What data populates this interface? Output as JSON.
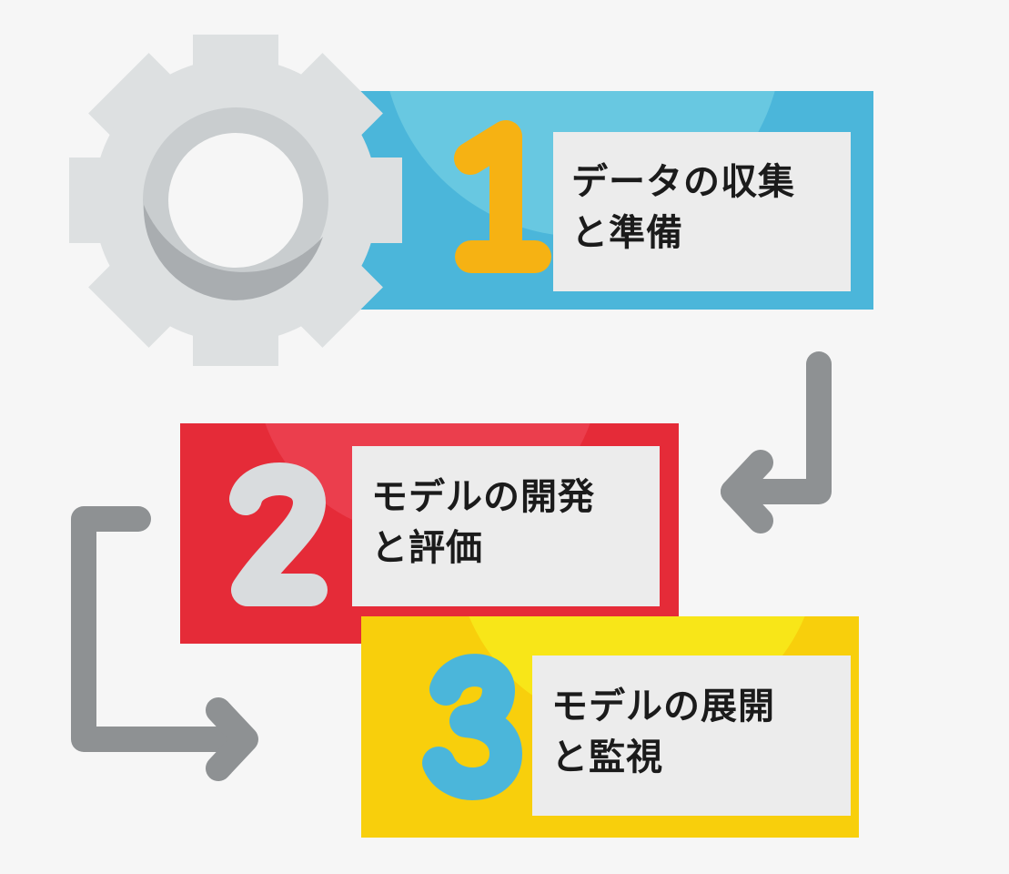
{
  "steps": [
    {
      "number": "1",
      "line1": "データの収集",
      "line2": "と準備",
      "band_color": "#4bb6da",
      "number_color": "#f6b213"
    },
    {
      "number": "2",
      "line1": "モデルの開発",
      "line2": "と評価",
      "band_color": "#e52b38",
      "number_color": "#d9dcde"
    },
    {
      "number": "3",
      "line1": "モデルの展開",
      "line2": "と監視",
      "band_color": "#f8cf0c",
      "number_color": "#4bb6da"
    }
  ],
  "colors": {
    "arrow": "#8e9193",
    "gear": "#dde0e1",
    "gear_shadow": "#b5b9bb",
    "textbox": "#ececec"
  },
  "icons": {
    "gear": "gear-icon",
    "arrow_1_to_2": "return-arrow-icon",
    "arrow_2_to_3": "bracket-arrow-icon"
  }
}
